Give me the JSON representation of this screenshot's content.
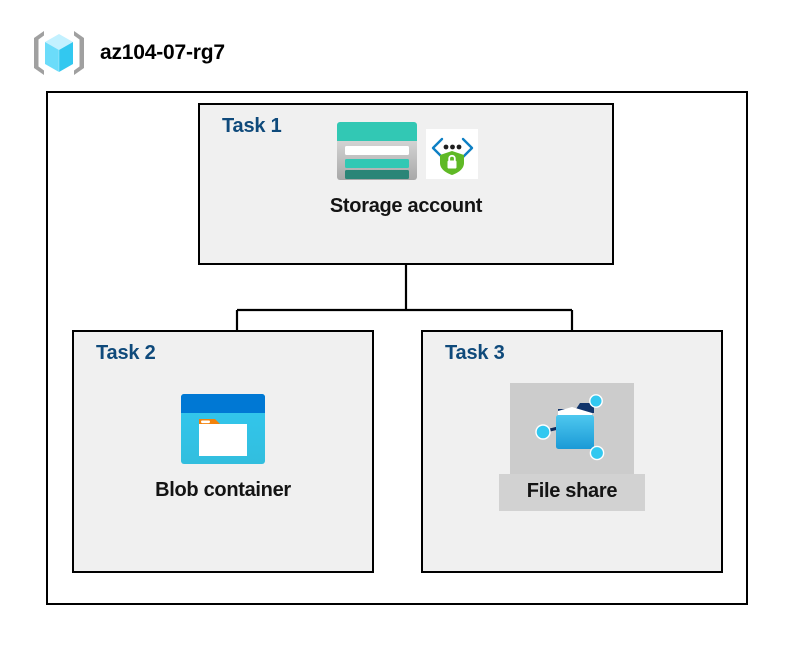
{
  "diagram": {
    "type": "azure-architecture-diagram",
    "resource_group": {
      "name": "az104-07-rg7",
      "icon": "resource-group-cube-icon"
    },
    "tasks": [
      {
        "id": "task-1",
        "label": "Task 1",
        "node_caption": "Storage account",
        "icons": [
          "storage-account-icon",
          "security-shield-lock-icon"
        ],
        "highlighted": false
      },
      {
        "id": "task-2",
        "label": "Task 2",
        "node_caption": "Blob container",
        "icons": [
          "blob-container-icon"
        ],
        "highlighted": false
      },
      {
        "id": "task-3",
        "label": "Task 3",
        "node_caption": "File share",
        "icons": [
          "file-share-icon"
        ],
        "highlighted": true
      }
    ],
    "connections": [
      {
        "from": "Storage account",
        "to": "Blob container"
      },
      {
        "from": "Storage account",
        "to": "File share"
      }
    ],
    "colors": {
      "task_label": "#0f4a7b",
      "task_fill": "#f0f0f0",
      "border": "#000000",
      "caption": "#141414",
      "storage_teal": "#32c8b4",
      "storage_teal_dark": "#2a8577",
      "blob_blue": "#0078d4",
      "blob_cyan": "#32c8f0",
      "file_share_blue": "#32b4e6",
      "shield_green": "#5fb925",
      "cube_cyan": "#50e6ff",
      "highlight_gray": "#d2d2d2"
    }
  }
}
